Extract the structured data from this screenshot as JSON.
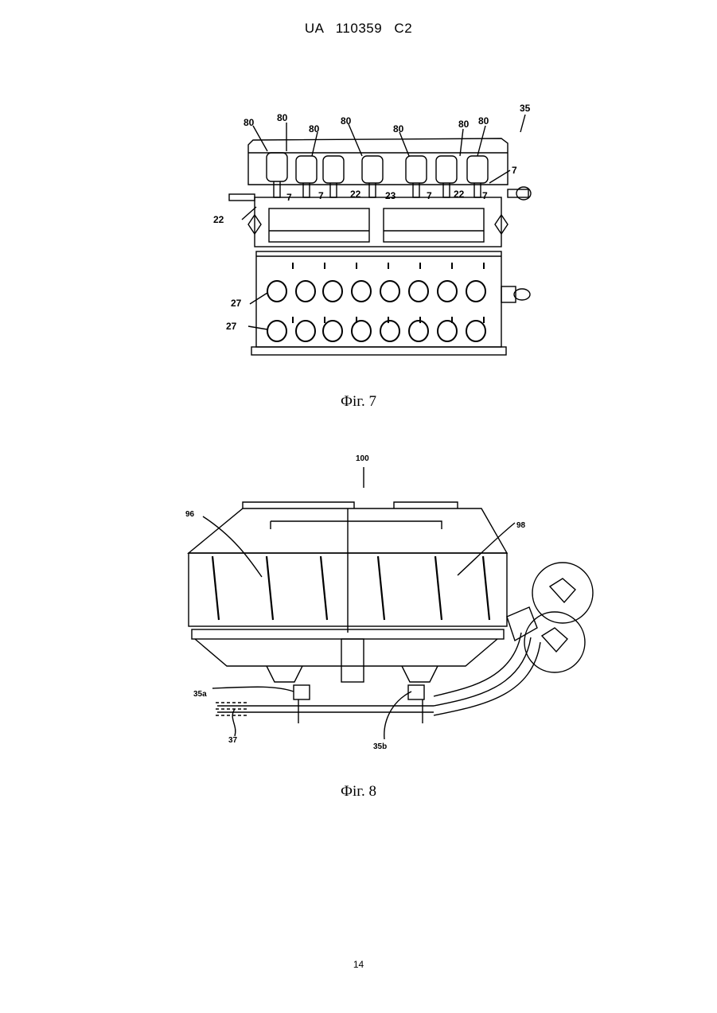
{
  "header": {
    "doc_id": "UA   110359   C2"
  },
  "figure7": {
    "caption": "Фіг. 7",
    "labels": {
      "ref_35": "35",
      "ref_80": "80",
      "ref_7": "7",
      "ref_22": "22",
      "ref_23": "23",
      "ref_27": "27"
    }
  },
  "figure8": {
    "caption": "Фіг. 8",
    "labels": {
      "ref_100": "100",
      "ref_96": "96",
      "ref_98": "98",
      "ref_35a": "35a",
      "ref_35b": "35b",
      "ref_37": "37"
    }
  },
  "footer": {
    "page_number": "14"
  }
}
